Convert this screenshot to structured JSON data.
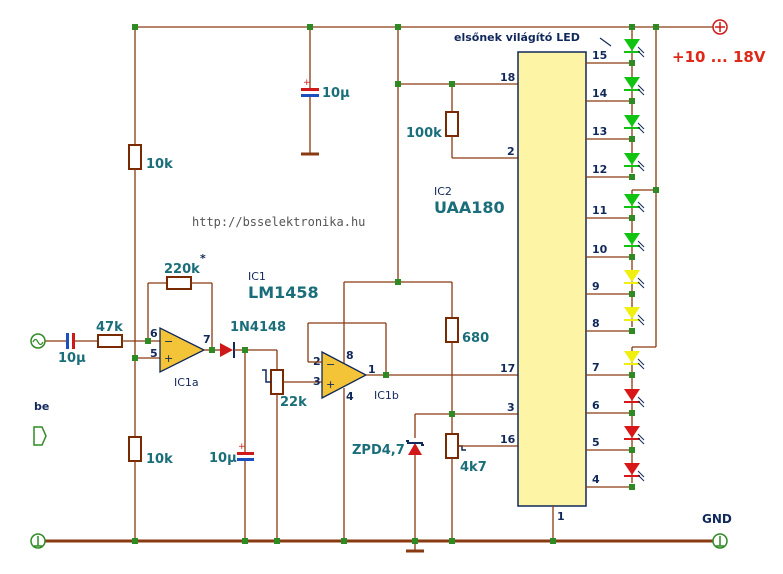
{
  "supply_label": "+10 ... 18V",
  "gnd_label": "GND",
  "input_label": "be",
  "first_led_label": "elsőnek világító LED",
  "url": "http://bsselektronika.hu",
  "ic1": {
    "name": "IC1",
    "type": "LM1458",
    "unit_a": "IC1a",
    "unit_b": "IC1b"
  },
  "ic2": {
    "name": "IC2",
    "type": "UAA180"
  },
  "components": {
    "r_10k_top": "10k",
    "r_10k_bottom": "10k",
    "r_47k": "47k",
    "r_220k": "220k",
    "r_220k_mark": "*",
    "c_in": "10µ",
    "c_top": "10µ",
    "c_hold": "10µ",
    "diode": "1N4148",
    "pot_22k": "22k",
    "r_100k": "100k",
    "r_680": "680",
    "zener": "ZPD4,7",
    "pot_4k7": "4k7"
  },
  "opamp_a_pins": {
    "inv": "6",
    "noninv": "5",
    "out": "7"
  },
  "opamp_b_pins": {
    "inv": "2",
    "noninv": "3",
    "out": "1",
    "vplus": "8",
    "vminus": "4"
  },
  "uaa_left_pins": [
    "18",
    "2",
    "17",
    "3",
    "16"
  ],
  "uaa_bottom_pin": "1",
  "uaa_right_pins": [
    "15",
    "14",
    "13",
    "12",
    "11",
    "10",
    "9",
    "8",
    "7",
    "6",
    "5",
    "4"
  ],
  "led_colors": [
    "#12c412",
    "#12c412",
    "#12c412",
    "#12c412",
    "#12c412",
    "#12c412",
    "#f0f010",
    "#f0f010",
    "#f0f010",
    "#d81818",
    "#d81818",
    "#d81818"
  ],
  "colors": {
    "wire": "#8a3a10",
    "node": "#2e8b23",
    "ic_fill": "#fdf5a5",
    "cap_plate": "#1a4fc0",
    "supply": "#e02818"
  }
}
